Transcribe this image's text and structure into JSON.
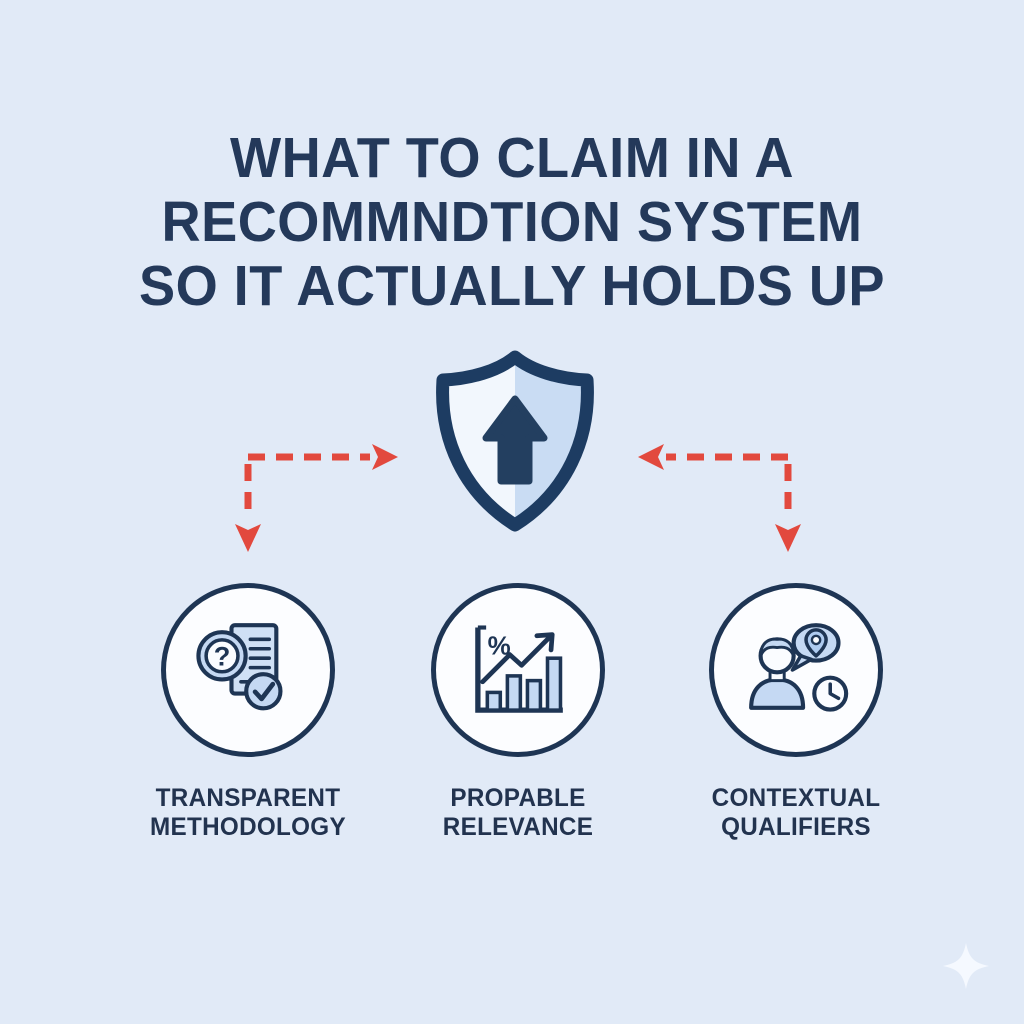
{
  "title": {
    "lines": [
      "WHAT TO CLAIM IN A",
      "RECOMMNDTION SYSTEM",
      "SO IT ACTUALLY HOLDS UP"
    ]
  },
  "center_emblem": {
    "icon": "shield-up-arrow-icon"
  },
  "connectors": {
    "left_icon": "dashed-arrow-left-icon",
    "right_icon": "dashed-arrow-right-icon"
  },
  "features": [
    {
      "icon": "magnifier-question-document-check-icon",
      "label_lines": [
        "TRANSPARENT",
        "METHODOLOGY"
      ]
    },
    {
      "icon": "percent-growth-bar-chart-icon",
      "label_lines": [
        "PROPABLE",
        "RELEVANCE"
      ]
    },
    {
      "icon": "person-location-bubble-clock-icon",
      "label_lines": [
        "CONTEXTUAL",
        "QUALIFIERS"
      ]
    }
  ],
  "glyphs": {
    "question_mark": "?",
    "percent": "%"
  },
  "decor": {
    "sparkle_icon": "sparkle-icon"
  },
  "palette": {
    "background": "#e1eaf7",
    "title_navy": "#24395a",
    "outline_navy": "#1e3554",
    "shield_navy": "#1d3c62",
    "icon_fill_blue": "#c5d9f3",
    "shield_half_blue": "#c9dcf3",
    "near_white": "#fbfdff",
    "connector_red": "#e2493e",
    "sparkle_white": "#f7fbff"
  }
}
